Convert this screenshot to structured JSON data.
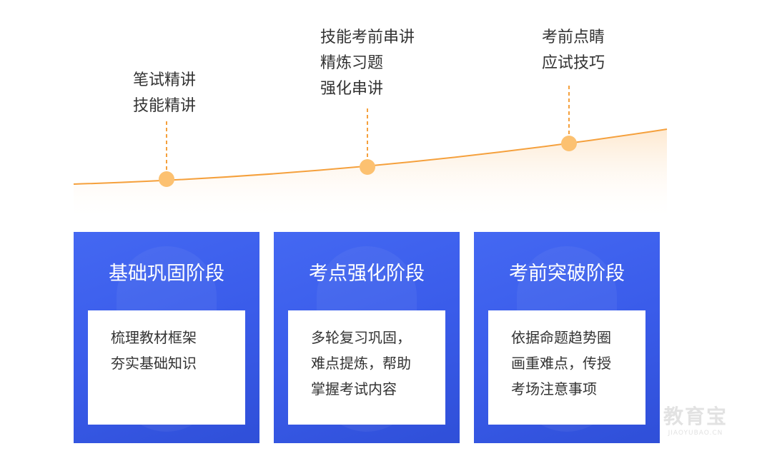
{
  "timeline": [
    {
      "lines": [
        "笔试精讲",
        "技能精讲"
      ]
    },
    {
      "lines": [
        "技能考前串讲",
        "精炼习题",
        "强化串讲"
      ]
    },
    {
      "lines": [
        "考前点睛",
        "应试技巧"
      ]
    }
  ],
  "stages": [
    {
      "title": "基础巩固阶段",
      "lines": [
        "梳理教材框架",
        "夯实基础知识"
      ]
    },
    {
      "title": "考点强化阶段",
      "lines": [
        "多轮复习巩固，",
        "难点提炼，帮助",
        "掌握考试内容"
      ]
    },
    {
      "title": "考前突破阶段",
      "lines": [
        "依据命题趋势圈",
        "画重难点，传授",
        "考场注意事项"
      ]
    }
  ],
  "watermark": {
    "logo": "教育宝",
    "domain": "JIAOYUBAO.CN"
  },
  "colors": {
    "accent": "#f5a03c",
    "dot": "#fcc171",
    "card": "#3c5eec"
  }
}
